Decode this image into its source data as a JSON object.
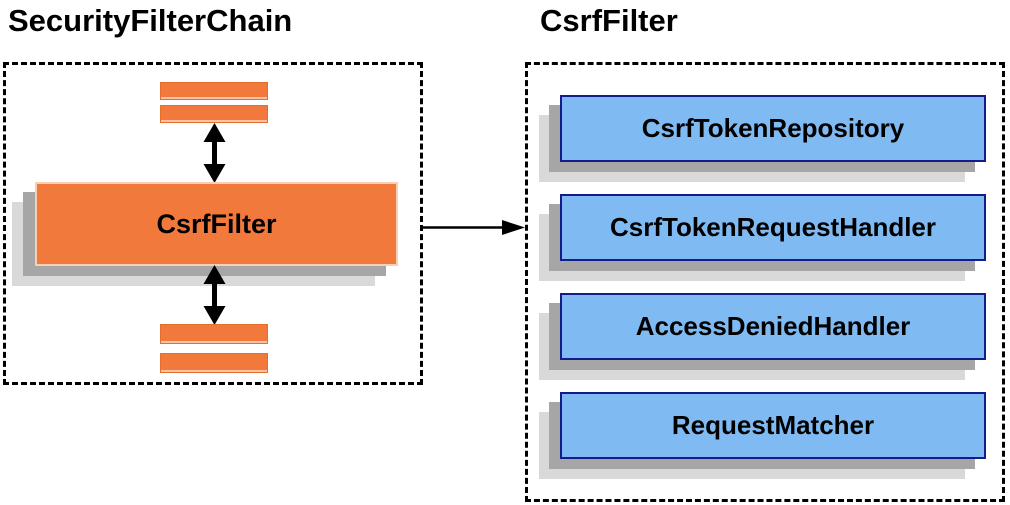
{
  "left_panel": {
    "title": "SecurityFilterChain",
    "node_label": "CsrfFilter"
  },
  "right_panel": {
    "title": "CsrfFilter",
    "components": [
      "CsrfTokenRepository",
      "CsrfTokenRequestHandler",
      "AccessDeniedHandler",
      "RequestMatcher"
    ]
  },
  "icons": {
    "vertical_double_arrow": "↕",
    "flow_arrow": "→"
  },
  "colors": {
    "node_fill_orange": "#F0793B",
    "component_fill_blue": "#7FBBF2",
    "component_border_navy": "#141C8C",
    "shadow_dark": "#A6A6A6",
    "shadow_light": "#D9D9D9",
    "dashed_border": "#000000",
    "text": "#000000"
  }
}
